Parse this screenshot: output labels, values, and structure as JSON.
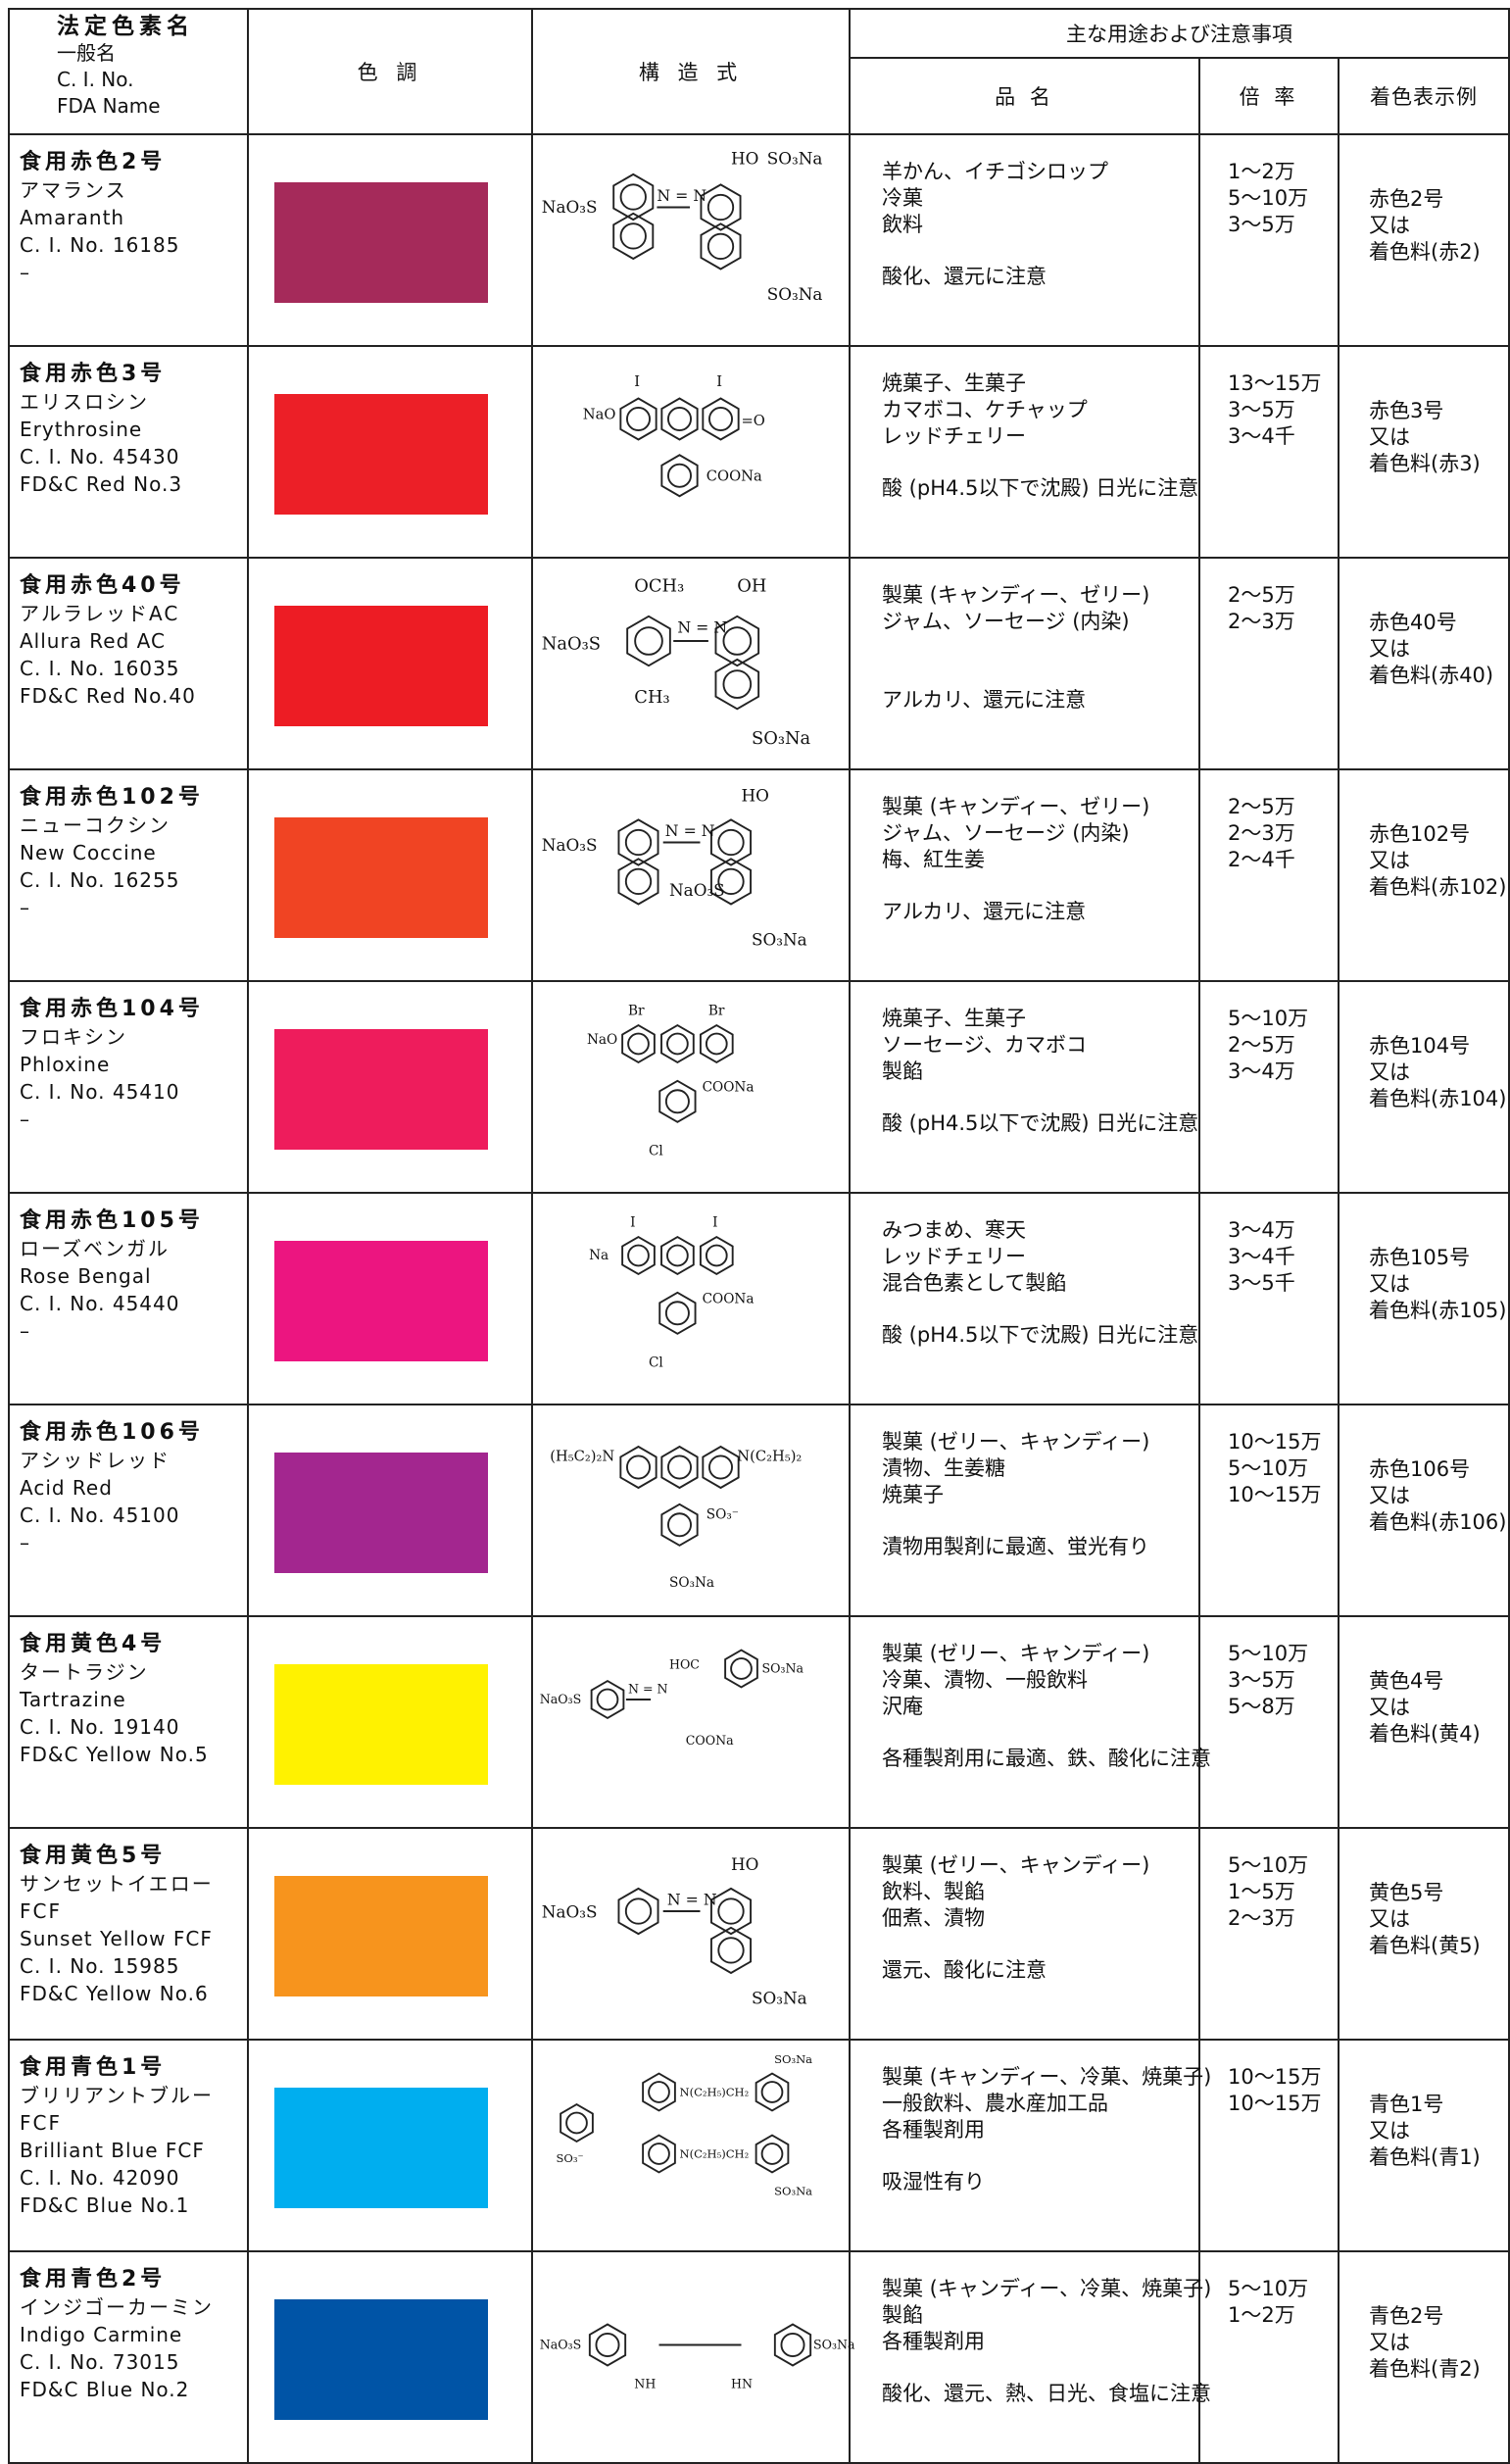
{
  "header": {
    "id_col": [
      "法定色素名",
      "一般名",
      "C. I. No.",
      "FDA Name"
    ],
    "color_col": "色 調",
    "structure_col": "構 造 式",
    "usage_col": "主な用途および注意事項",
    "product_col": "品 名",
    "rate_col": "倍 率",
    "label_col": "着色表示例"
  },
  "rows": [
    {
      "legal_name": "食用赤色2号",
      "jp_name": "アマランス",
      "en_name": "Amaranth",
      "ci_no": "C. I. No. 16185",
      "fda": "–",
      "color": "#a52a5a",
      "products": [
        "羊かん、イチゴシロップ",
        "冷菓",
        "飲料"
      ],
      "rates": [
        "1～2万",
        "5～10万",
        "3～5万"
      ],
      "note": "酸化、還元に注意",
      "label": [
        "赤色2号",
        "又は",
        "着色料(赤2)"
      ],
      "structure_text": {
        "a": "NaO₃S",
        "b": "N = N",
        "c": "HO",
        "d": "SO₃Na",
        "e": "SO₃Na"
      }
    },
    {
      "legal_name": "食用赤色3号",
      "jp_name": "エリスロシン",
      "en_name": "Erythrosine",
      "ci_no": "C. I. No. 45430",
      "fda": "FD&C Red No.3",
      "color": "#ec1f27",
      "products": [
        "焼菓子、生菓子",
        "カマボコ、ケチャップ",
        "レッドチェリー"
      ],
      "rates": [
        "13～15万",
        "3～5万",
        "3～4千"
      ],
      "note": "酸 (pH4.5以下で沈殿) 日光に注意",
      "label": [
        "赤色3号",
        "又は",
        "着色料(赤3)"
      ],
      "structure_text": {
        "a": "NaO",
        "b": "I",
        "c": "I",
        "d": "=O",
        "e": "COONa"
      }
    },
    {
      "legal_name": "食用赤色40号",
      "jp_name": "アルラレッドAC",
      "en_name": "Allura Red AC",
      "ci_no": "C. I. No. 16035",
      "fda": "FD&C Red No.40",
      "color": "#ed1c24",
      "products": [
        "製菓 (キャンディー、ゼリー)",
        "ジャム、ソーセージ (内染)"
      ],
      "rates": [
        "2～5万",
        "2～3万"
      ],
      "note": "アルカリ、還元に注意",
      "label": [
        "赤色40号",
        "又は",
        "着色料(赤40)"
      ],
      "structure_text": {
        "a": "NaO₃S",
        "b": "N = N",
        "c": "OCH₃",
        "d": "CH₃",
        "e": "OH",
        "f": "SO₃Na"
      }
    },
    {
      "legal_name": "食用赤色102号",
      "jp_name": "ニューコクシン",
      "en_name": "New Coccine",
      "ci_no": "C. I. No. 16255",
      "fda": "–",
      "color": "#f04423",
      "products": [
        "製菓 (キャンディー、ゼリー)",
        "ジャム、ソーセージ (内染)",
        "梅、紅生姜"
      ],
      "rates": [
        "2～5万",
        "2～3万",
        "2～4千"
      ],
      "note": "アルカリ、還元に注意",
      "label": [
        "赤色102号",
        "又は",
        "着色料(赤102)"
      ],
      "structure_text": {
        "a": "NaO₃S",
        "b": "N = N",
        "c": "HO",
        "d": "NaO₃S",
        "e": "SO₃Na"
      }
    },
    {
      "legal_name": "食用赤色104号",
      "jp_name": "フロキシン",
      "en_name": "Phloxine",
      "ci_no": "C. I. No. 45410",
      "fda": "–",
      "color": "#ee1c5c",
      "products": [
        "焼菓子、生菓子",
        "ソーセージ、カマボコ",
        "製餡"
      ],
      "rates": [
        "5～10万",
        "2～5万",
        "3～4万"
      ],
      "note": "酸 (pH4.5以下で沈殿) 日光に注意",
      "label": [
        "赤色104号",
        "又は",
        "着色料(赤104)"
      ],
      "structure_text": {
        "a": "NaO",
        "b": "Br",
        "c": "Br",
        "d": "COONa",
        "e": "Cl"
      }
    },
    {
      "legal_name": "食用赤色105号",
      "jp_name": "ローズベンガル",
      "en_name": "Rose Bengal",
      "ci_no": "C. I. No. 45440",
      "fda": "–",
      "color": "#ec1580",
      "products": [
        "みつまめ、寒天",
        "レッドチェリー",
        "混合色素として製餡"
      ],
      "rates": [
        "3～4万",
        "3～4千",
        "3～5千"
      ],
      "note": "酸 (pH4.5以下で沈殿) 日光に注意",
      "label": [
        "赤色105号",
        "又は",
        "着色料(赤105)"
      ],
      "structure_text": {
        "a": "Na",
        "b": "I",
        "c": "I",
        "d": "COONa",
        "e": "Cl"
      }
    },
    {
      "legal_name": "食用赤色106号",
      "jp_name": "アシッドレッド",
      "en_name": "Acid Red",
      "ci_no": "C. I. No. 45100",
      "fda": "–",
      "color": "#a3268f",
      "products": [
        "製菓 (ゼリー、キャンディー)",
        "漬物、生姜糖",
        "焼菓子"
      ],
      "rates": [
        "10～15万",
        "5～10万",
        "10～15万"
      ],
      "note": "漬物用製剤に最適、蛍光有り",
      "label": [
        "赤色106号",
        "又は",
        "着色料(赤106)"
      ],
      "structure_text": {
        "a": "(H₅C₂)₂N",
        "b": "N(C₂H₅)₂",
        "c": "SO₃⁻",
        "d": "SO₃Na"
      }
    },
    {
      "legal_name": "食用黄色4号",
      "jp_name": "タートラジン",
      "en_name": "Tartrazine",
      "ci_no": "C. I. No. 19140",
      "fda": "FD&C Yellow No.5",
      "color": "#fff200",
      "products": [
        "製菓 (ゼリー、キャンディー)",
        "冷菓、漬物、一般飲料",
        "沢庵"
      ],
      "rates": [
        "5～10万",
        "3～5万",
        "5～8万"
      ],
      "note": "各種製剤用に最適、鉄、酸化に注意",
      "label": [
        "黄色4号",
        "又は",
        "着色料(黄4)"
      ],
      "structure_text": {
        "a": "NaO₃S",
        "b": "N = N",
        "c": "HOC",
        "d": "SO₃Na",
        "e": "COONa"
      }
    },
    {
      "legal_name": "食用黄色5号",
      "jp_name": "サンセットイエローFCF",
      "en_name": "Sunset Yellow FCF",
      "ci_no": "C. I. No. 15985",
      "fda": "FD&C Yellow No.6",
      "color": "#f7941d",
      "products": [
        "製菓 (ゼリー、キャンディー)",
        "飲料、製餡",
        "佃煮、漬物"
      ],
      "rates": [
        "5～10万",
        "1～5万",
        "2～3万"
      ],
      "note": "還元、酸化に注意",
      "label": [
        "黄色5号",
        "又は",
        "着色料(黄5)"
      ],
      "structure_text": {
        "a": "NaO₃S",
        "b": "N = N",
        "c": "HO",
        "d": "SO₃Na"
      }
    },
    {
      "legal_name": "食用青色1号",
      "jp_name": "ブリリアントブルーFCF",
      "en_name": "Brilliant Blue FCF",
      "ci_no": "C. I. No. 42090",
      "fda": "FD&C Blue No.1",
      "color": "#00aeef",
      "products": [
        "製菓 (キャンディー、冷菓、焼菓子)",
        "一般飲料、農水産加工品",
        "各種製剤用"
      ],
      "rates": [
        "10～15万",
        "10～15万"
      ],
      "note": "吸湿性有り",
      "label": [
        "青色1号",
        "又は",
        "着色料(青1)"
      ],
      "structure_text": {
        "a": "SO₃Na",
        "b": "N(C₂H₅)CH₂",
        "c": "SO₃⁻",
        "d": "N(C₂H₅)CH₂",
        "e": "SO₃Na"
      }
    },
    {
      "legal_name": "食用青色2号",
      "jp_name": "インジゴーカーミン",
      "en_name": "Indigo Carmine",
      "ci_no": "C. I. No. 73015",
      "fda": "FD&C Blue No.2",
      "color": "#0054a6",
      "products": [
        "製菓 (キャンディー、冷菓、焼菓子)",
        "製餡",
        "各種製剤用"
      ],
      "rates": [
        "5～10万",
        "1～2万"
      ],
      "note": "酸化、還元、熱、日光、食塩に注意",
      "label": [
        "青色2号",
        "又は",
        "着色料(青2)"
      ],
      "structure_text": {
        "a": "NaO₃S",
        "b": "NH",
        "c": "HN",
        "d": "SO₃Na"
      }
    }
  ]
}
